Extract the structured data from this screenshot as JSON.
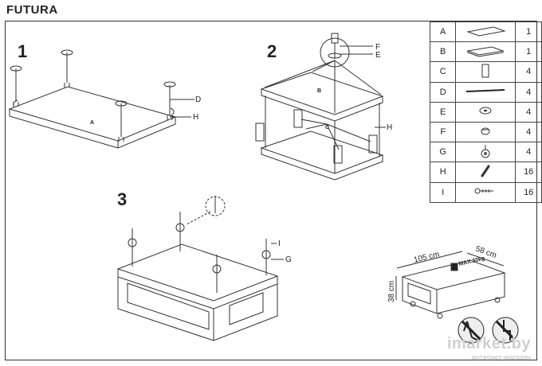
{
  "title": "FUTURA",
  "steps": [
    "1",
    "2",
    "3"
  ],
  "callouts": {
    "a": "A",
    "b": "B",
    "c": "C",
    "d": "D",
    "e": "E",
    "f": "F",
    "g": "G",
    "h": "H",
    "i": "I",
    "h2": "H"
  },
  "dimensions": {
    "length": "105 cm",
    "depth": "58 cm",
    "height": "38 cm",
    "max_load": "MAX.30kg"
  },
  "parts": [
    {
      "id": "A",
      "icon": "top-panel-icon",
      "qty": "1"
    },
    {
      "id": "B",
      "icon": "bottom-panel-icon",
      "qty": "1"
    },
    {
      "id": "C",
      "icon": "leg-block-icon",
      "qty": "4"
    },
    {
      "id": "D",
      "icon": "rod-icon",
      "qty": "4"
    },
    {
      "id": "E",
      "icon": "washer-icon",
      "qty": "4"
    },
    {
      "id": "F",
      "icon": "nut-icon",
      "qty": "4"
    },
    {
      "id": "G",
      "icon": "caster-icon",
      "qty": "4"
    },
    {
      "id": "H",
      "icon": "pin-icon",
      "qty": "16"
    },
    {
      "id": "I",
      "icon": "screw-icon",
      "qty": "16"
    }
  ],
  "watermark": {
    "brand": "imarket.by",
    "subtitle": "интернет-магазин"
  }
}
